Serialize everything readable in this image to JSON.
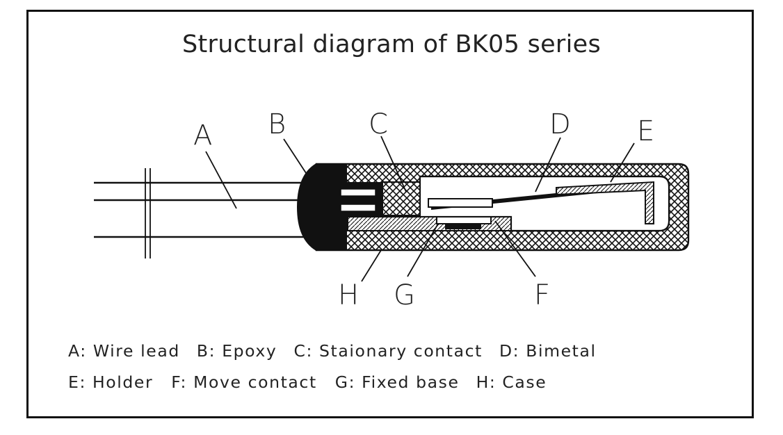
{
  "title": "Structural diagram of BK05 series",
  "labels": {
    "A": "A",
    "B": "B",
    "C": "C",
    "D": "D",
    "E": "E",
    "F": "F",
    "G": "G",
    "H": "H"
  },
  "legend": {
    "row1": [
      "A: Wire lead",
      "B: Epoxy",
      "C: Staionary contact",
      "D: Bimetal"
    ],
    "row2": [
      "E: Holder",
      "F: Move contact",
      "G: Fixed base",
      "H: Case"
    ]
  },
  "colors": {
    "ink": "#111111",
    "background": "#ffffff"
  }
}
